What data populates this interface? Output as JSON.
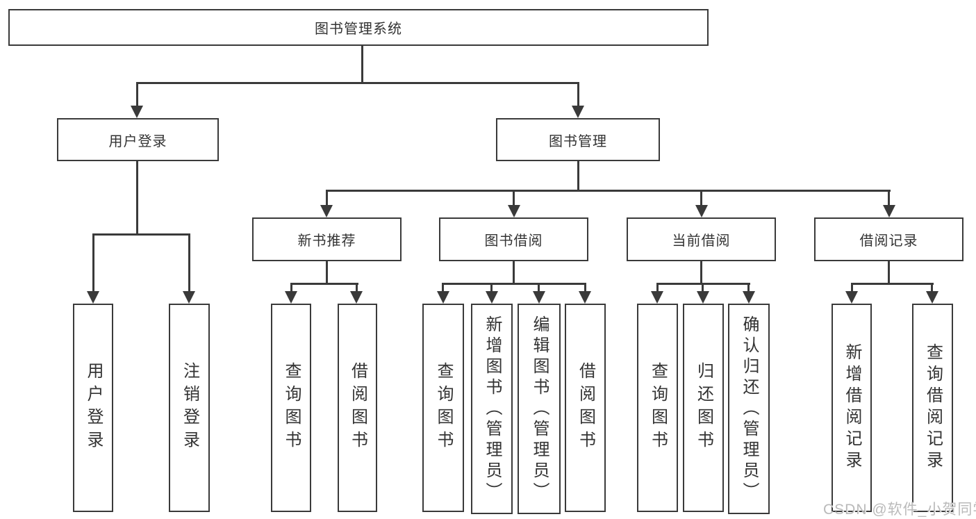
{
  "diagram": {
    "root_label": "图书管理系统",
    "user_login": {
      "label": "用户登录",
      "children": {
        "login": "用户登录",
        "logout": "注销登录"
      }
    },
    "book_management": {
      "label": "图书管理",
      "new_book_recommend": {
        "label": "新书推荐",
        "children": {
          "query_books": "查询图书",
          "borrow_books": "借阅图书"
        }
      },
      "book_borrow": {
        "label": "图书借阅",
        "children": {
          "query_books": "查询图书",
          "add_books": "新增图书（管理员）",
          "edit_books": "编辑图书（管理员）",
          "borrow_books": "借阅图书"
        }
      },
      "current_borrow": {
        "label": "当前借阅",
        "children": {
          "query_books": "查询图书",
          "return_books": "归还图书",
          "confirm_return": "确认归还（管理员）"
        }
      },
      "borrow_records": {
        "label": "借阅记录",
        "children": {
          "add_record": "新增借阅记录",
          "query_record": "查询借阅记录"
        }
      }
    }
  },
  "watermark": "CSDN @软件_小贺同学",
  "colors": {
    "line": "#3a3a3a",
    "text": "#333333",
    "watermark": "#bababa",
    "background": "#ffffff"
  }
}
